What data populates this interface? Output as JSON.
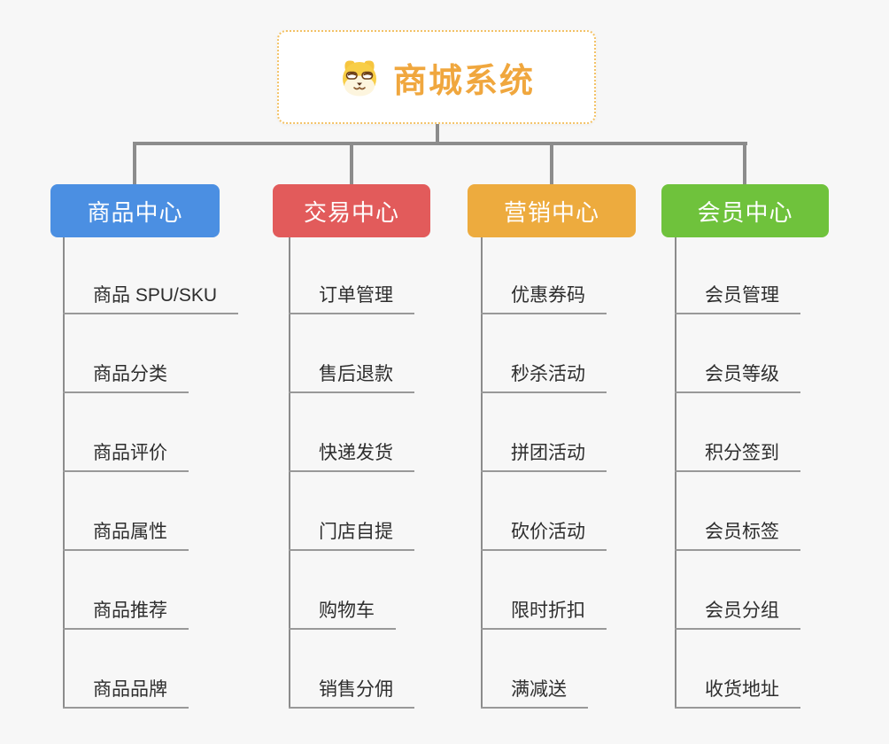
{
  "root": {
    "title": "商城系统",
    "icon": "shiba-dog"
  },
  "branches": [
    {
      "label": "商品中心",
      "color": "#4b8fe2",
      "items": [
        "商品 SPU/SKU",
        "商品分类",
        "商品评价",
        "商品属性",
        "商品推荐",
        "商品品牌"
      ]
    },
    {
      "label": "交易中心",
      "color": "#e25b5b",
      "items": [
        "订单管理",
        "售后退款",
        "快递发货",
        "门店自提",
        "购物车",
        "销售分佣"
      ]
    },
    {
      "label": "营销中心",
      "color": "#edab3e",
      "items": [
        "优惠券码",
        "秒杀活动",
        "拼团活动",
        "砍价活动",
        "限时折扣",
        "满减送"
      ]
    },
    {
      "label": "会员中心",
      "color": "#6fc23c",
      "items": [
        "会员管理",
        "会员等级",
        "积分签到",
        "会员标签",
        "会员分组",
        "收货地址"
      ]
    }
  ],
  "colors": {
    "background": "#f7f7f7",
    "root_accent": "#f0a73e",
    "root_border": "#f3c267",
    "connector": "#8c8c8c",
    "leaf_underline": "#999999",
    "leaf_text": "#2e2e2e"
  }
}
